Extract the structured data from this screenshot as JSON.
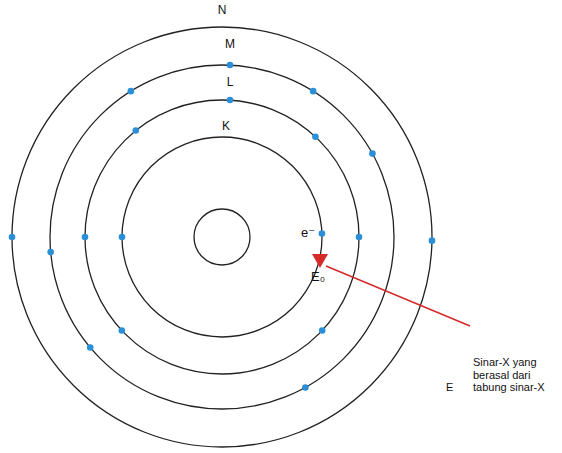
{
  "diagram": {
    "labels": [
      "N",
      "M",
      "L",
      "K",
      "e⁻",
      "E₀",
      "E",
      "Sinar-X yang berasal dari tabung sinar-X"
    ]
  }
}
